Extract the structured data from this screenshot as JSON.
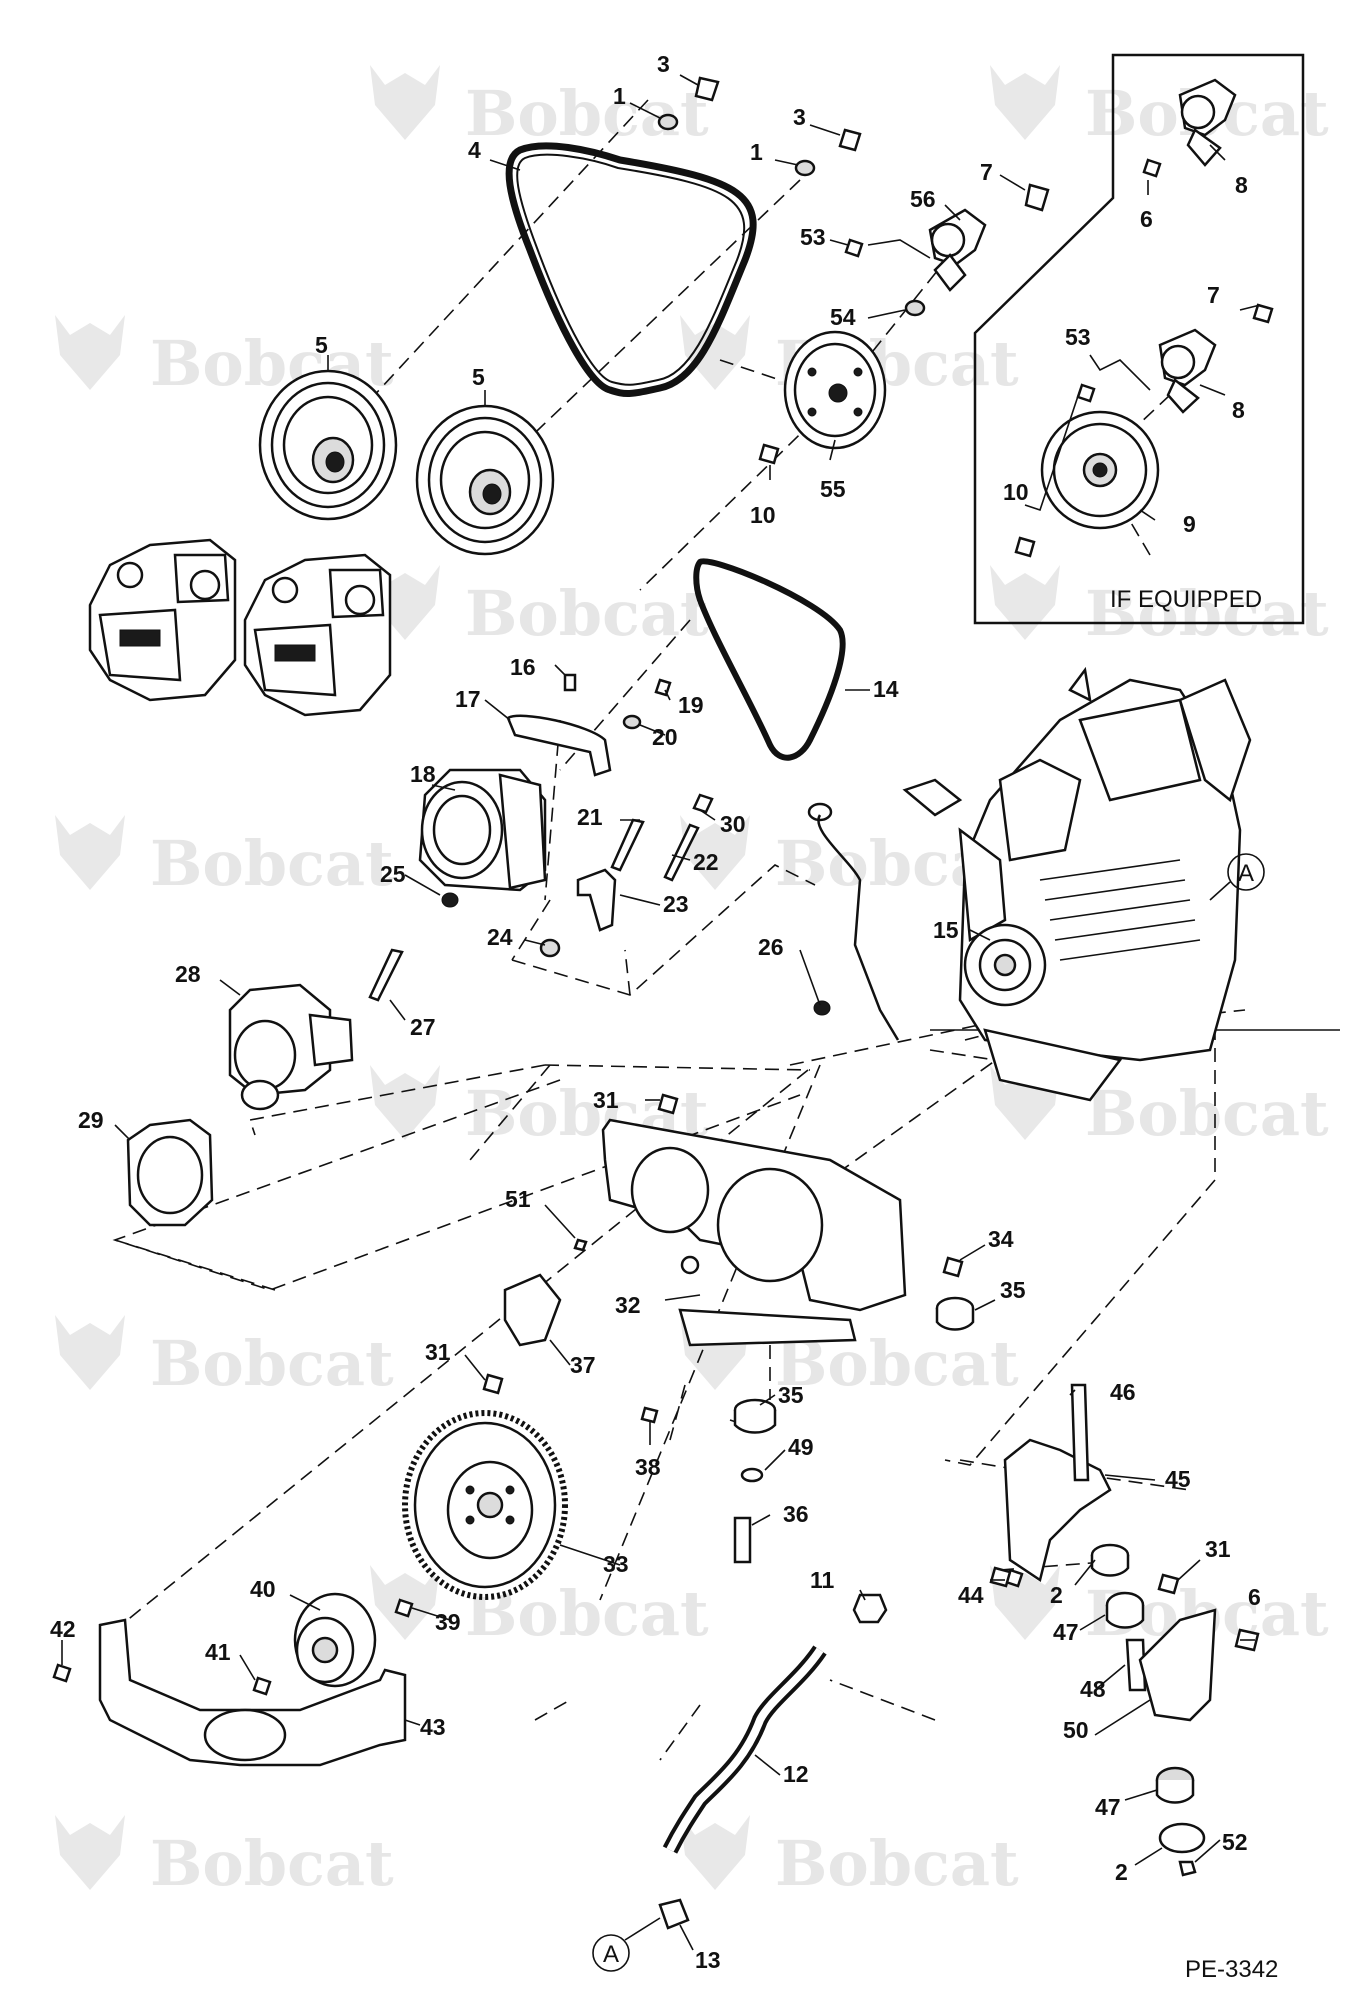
{
  "watermark": {
    "brand": "Bobcat"
  },
  "diagram_code": "PE-3342",
  "if_equipped_label": "IF EQUIPPED",
  "ref_marker": "A",
  "callouts": [
    {
      "id": "c3a",
      "text": "3"
    },
    {
      "id": "c1a",
      "text": "1"
    },
    {
      "id": "c3b",
      "text": "3"
    },
    {
      "id": "c1b",
      "text": "1"
    },
    {
      "id": "c4",
      "text": "4"
    },
    {
      "id": "c7a",
      "text": "7"
    },
    {
      "id": "c56",
      "text": "56"
    },
    {
      "id": "c53a",
      "text": "53"
    },
    {
      "id": "c54",
      "text": "54"
    },
    {
      "id": "c5a",
      "text": "5"
    },
    {
      "id": "c5b",
      "text": "5"
    },
    {
      "id": "c55",
      "text": "55"
    },
    {
      "id": "c10a",
      "text": "10"
    },
    {
      "id": "c8a",
      "text": "8"
    },
    {
      "id": "c6a",
      "text": "6"
    },
    {
      "id": "c7b",
      "text": "7"
    },
    {
      "id": "c53b",
      "text": "53"
    },
    {
      "id": "c8b",
      "text": "8"
    },
    {
      "id": "c10b",
      "text": "10"
    },
    {
      "id": "c9",
      "text": "9"
    },
    {
      "id": "c16",
      "text": "16"
    },
    {
      "id": "c17",
      "text": "17"
    },
    {
      "id": "c19",
      "text": "19"
    },
    {
      "id": "c20",
      "text": "20"
    },
    {
      "id": "c14",
      "text": "14"
    },
    {
      "id": "c18",
      "text": "18"
    },
    {
      "id": "c21",
      "text": "21"
    },
    {
      "id": "c30",
      "text": "30"
    },
    {
      "id": "c22",
      "text": "22"
    },
    {
      "id": "c25",
      "text": "25"
    },
    {
      "id": "c23",
      "text": "23"
    },
    {
      "id": "c24",
      "text": "24"
    },
    {
      "id": "c26",
      "text": "26"
    },
    {
      "id": "c15",
      "text": "15"
    },
    {
      "id": "c28",
      "text": "28"
    },
    {
      "id": "c27",
      "text": "27"
    },
    {
      "id": "c29",
      "text": "29"
    },
    {
      "id": "c31a",
      "text": "31"
    },
    {
      "id": "c51",
      "text": "51"
    },
    {
      "id": "c32",
      "text": "32"
    },
    {
      "id": "c34",
      "text": "34"
    },
    {
      "id": "c35a",
      "text": "35"
    },
    {
      "id": "c31b",
      "text": "31"
    },
    {
      "id": "c37",
      "text": "37"
    },
    {
      "id": "c35b",
      "text": "35"
    },
    {
      "id": "c38",
      "text": "38"
    },
    {
      "id": "c49",
      "text": "49"
    },
    {
      "id": "c46",
      "text": "46"
    },
    {
      "id": "c45",
      "text": "45"
    },
    {
      "id": "c36",
      "text": "36"
    },
    {
      "id": "c33",
      "text": "33"
    },
    {
      "id": "c31c",
      "text": "31"
    },
    {
      "id": "c44",
      "text": "44"
    },
    {
      "id": "c2a",
      "text": "2"
    },
    {
      "id": "c6b",
      "text": "6"
    },
    {
      "id": "c40",
      "text": "40"
    },
    {
      "id": "c39",
      "text": "39"
    },
    {
      "id": "c11",
      "text": "11"
    },
    {
      "id": "c42",
      "text": "42"
    },
    {
      "id": "c47a",
      "text": "47"
    },
    {
      "id": "c41",
      "text": "41"
    },
    {
      "id": "c48",
      "text": "48"
    },
    {
      "id": "c43",
      "text": "43"
    },
    {
      "id": "c12",
      "text": "12"
    },
    {
      "id": "c50",
      "text": "50"
    },
    {
      "id": "c47b",
      "text": "47"
    },
    {
      "id": "c13",
      "text": "13"
    },
    {
      "id": "c2b",
      "text": "2"
    },
    {
      "id": "c52",
      "text": "52"
    }
  ]
}
